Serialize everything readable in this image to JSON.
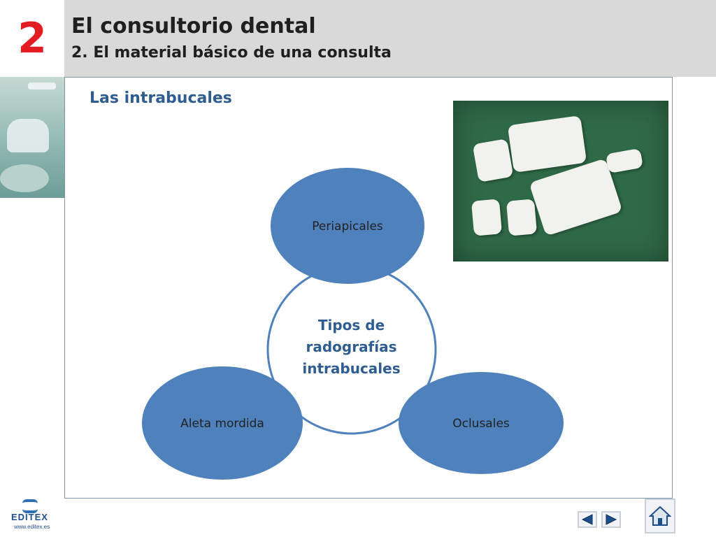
{
  "header": {
    "chapter_number": "2",
    "title": "El consultorio dental",
    "subtitle": "2. El material básico de una consulta"
  },
  "section": {
    "title": "Las intrabucales"
  },
  "diagram": {
    "center": "Tipos de radografías intrabucales",
    "nodes": [
      "Periapicales",
      "Aleta mordida",
      "Oclusales"
    ],
    "node_color": "#4f81bd",
    "ring_color": "#4f81bd",
    "center_text_color": "#2f5d8f"
  },
  "footer": {
    "brand": "EDITEX",
    "url": "www.editex.es"
  },
  "colors": {
    "chapter_number": "#e31b23",
    "header_bg": "#d9d9d9",
    "section_title": "#2f5d8f"
  }
}
